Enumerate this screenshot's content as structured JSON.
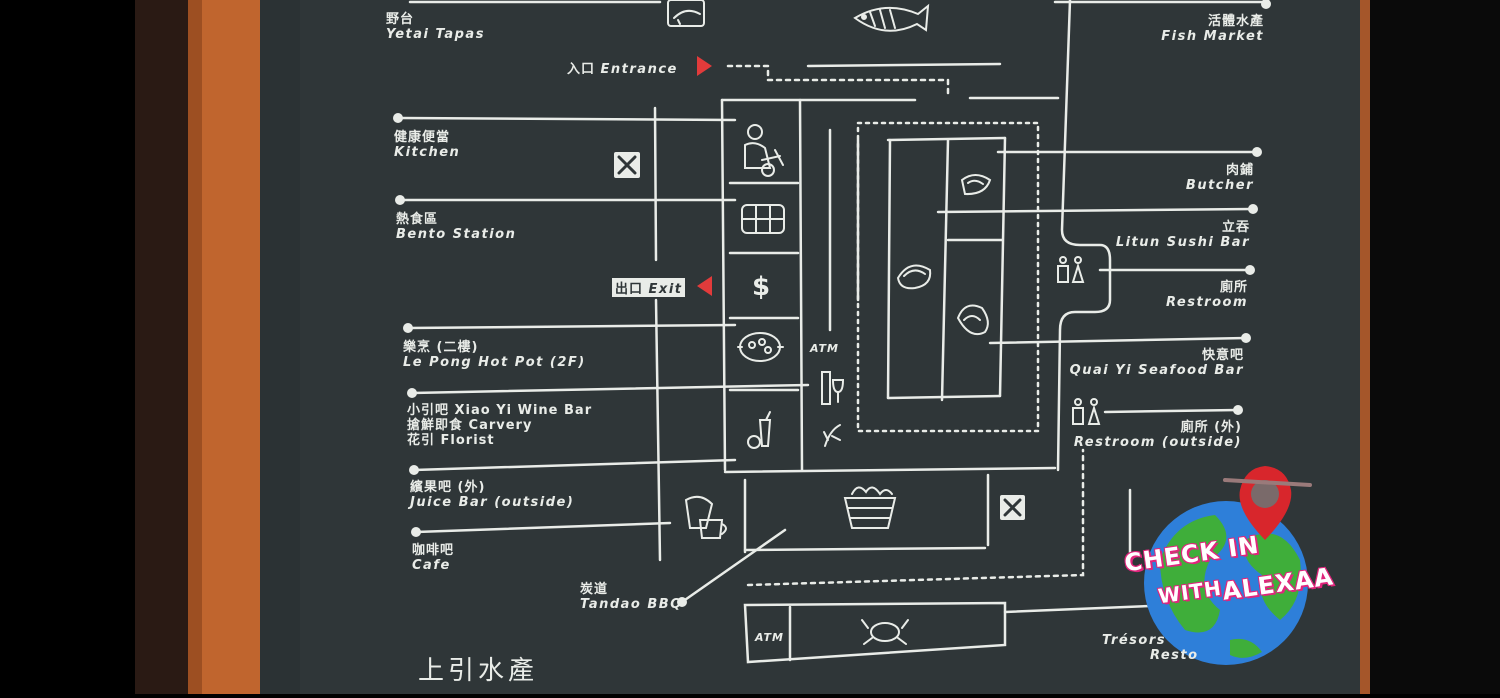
{
  "board": {
    "frame_color": "#c0652e",
    "board_color": "#2f3638",
    "chalk_color": "#e9ece8",
    "arrow_color": "#e23b3b"
  },
  "left_labels": [
    {
      "zh": "野台",
      "en": "Yetai Tapas"
    },
    {
      "zh": "健康便當",
      "en": "Kitchen"
    },
    {
      "zh": "熱食區",
      "en": "Bento Station"
    },
    {
      "zh": "樂烹 (二樓)",
      "en": "Le Pong Hot Pot (2F)"
    },
    {
      "zh": "小引吧  Xiao Yi Wine Bar",
      "en": "搶鮮即食  Carvery"
    },
    {
      "zh": "花引  Florist",
      "en": ""
    },
    {
      "zh": "繽果吧 (外)",
      "en": "Juice Bar (outside)"
    },
    {
      "zh": "咖啡吧",
      "en": "Cafe"
    },
    {
      "zh": "炭道",
      "en": "Tandao BBQ"
    }
  ],
  "right_labels": [
    {
      "zh": "活體水產",
      "en": "Fish Market"
    },
    {
      "zh": "肉鋪",
      "en": "Butcher"
    },
    {
      "zh": "立吞",
      "en": "Litun Sushi Bar"
    },
    {
      "zh": "廁所",
      "en": "Restroom"
    },
    {
      "zh": "快意吧",
      "en": "Quai Yi Seafood Bar"
    },
    {
      "zh": "廁所 (外)",
      "en": "Restroom (outside)"
    },
    {
      "zh": "Trésors",
      "en": "Resto"
    }
  ],
  "signs": {
    "entrance_zh": "入口",
    "entrance_en": "Entrance",
    "exit_zh": "出口",
    "exit_en": "Exit"
  },
  "atm_labels": [
    "ATM",
    "ATM"
  ],
  "brand_text": "上引水產",
  "logo": {
    "line1": "CHECK IN",
    "line2_a": "WITH",
    "line2_b": "ALEXAA",
    "accent": "#e0257c",
    "globe_ocean": "#2e7fd9",
    "globe_land": "#3fae3a",
    "pin": "#d8262c"
  },
  "icons": [
    "fish-icon",
    "lobster-icon",
    "chef-icon",
    "bento-icon",
    "dollar-icon",
    "hotpot-icon",
    "wine-icon",
    "juice-icon",
    "flower-icon",
    "salmon-icon",
    "sushi-icon",
    "oyster-icon",
    "restroom-icon",
    "bbq-basket-icon",
    "crab-icon",
    "stairs-icon",
    "cafe-icon"
  ]
}
